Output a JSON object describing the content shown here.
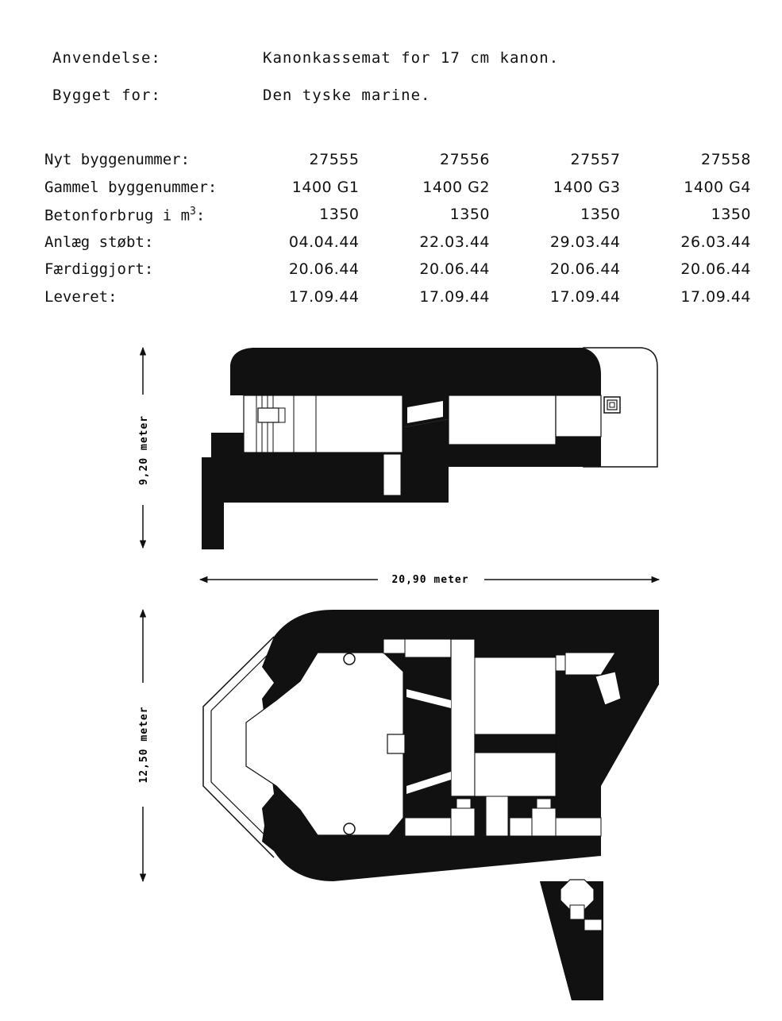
{
  "header": {
    "anvendelse_label": "Anvendelse:",
    "anvendelse_value": "Kanonkassemat for 17 cm kanon.",
    "bygget_label": "Bygget for:",
    "bygget_value": "Den tyske marine."
  },
  "table": {
    "rows": [
      {
        "label": "Nyt byggenummer:",
        "values": [
          "27555",
          "27556",
          "27557",
          "27558"
        ]
      },
      {
        "label": "Gammel byggenummer:",
        "values": [
          "1400 G1",
          "1400 G2",
          "1400 G3",
          "1400 G4"
        ]
      },
      {
        "label_prefix": "Betonforbrug i m",
        "label_sup": "3",
        "label_suffix": ":",
        "values": [
          "1350",
          "1350",
          "1350",
          "1350"
        ]
      },
      {
        "label": "Anlæg støbt:",
        "values": [
          "04.04.44",
          "22.03.44",
          "29.03.44",
          "26.03.44"
        ]
      },
      {
        "label": "Færdiggjort:",
        "values": [
          "20.06.44",
          "20.06.44",
          "20.06.44",
          "20.06.44"
        ]
      },
      {
        "label": "Leveret:",
        "values": [
          "17.09.44",
          "17.09.44",
          "17.09.44",
          "17.09.44"
        ]
      }
    ]
  },
  "dimensions": {
    "section_height": "9,20 meter",
    "length": "20,90 meter",
    "plan_width": "12,50 meter"
  }
}
